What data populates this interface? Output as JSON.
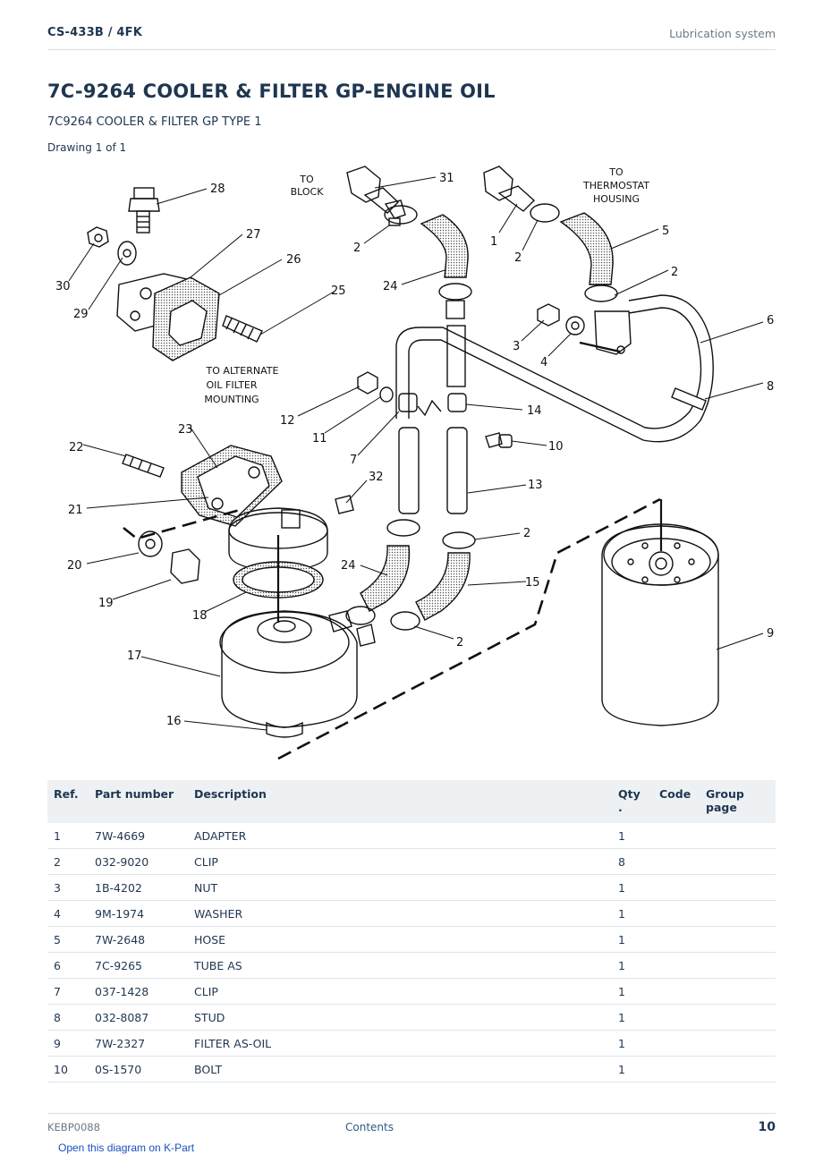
{
  "header": {
    "doc_code": "CS-433B  /  4FK",
    "section": "Lubrication system"
  },
  "page_title": "7C-9264 COOLER & FILTER GP-ENGINE OIL",
  "subtitle": "7C9264 COOLER & FILTER GP TYPE 1",
  "drawing_count": "Drawing 1 of 1",
  "diagram": {
    "captions": {
      "to_block_1": "TO",
      "to_block_2": "BLOCK",
      "to_thermo_1": "TO",
      "to_thermo_2": "THERMOSTAT",
      "to_thermo_3": "HOUSING",
      "to_alt_1": "TO ALTERNATE",
      "to_alt_2": "OIL FILTER",
      "to_alt_3": "MOUNTING"
    },
    "callouts": {
      "c28": "28",
      "c27": "27",
      "c26": "26",
      "c25": "25",
      "c30": "30",
      "c29": "29",
      "c31": "31",
      "c2a": "2",
      "c24a": "24",
      "c1": "1",
      "c2b": "2",
      "c5": "5",
      "c2c": "2",
      "c3": "3",
      "c4": "4",
      "c6": "6",
      "c8": "8",
      "c12": "12",
      "c11": "11",
      "c7": "7",
      "c14": "14",
      "c10": "10",
      "c23": "23",
      "c22": "22",
      "c32": "32",
      "c13": "13",
      "c21": "21",
      "c2d": "2",
      "c20": "20",
      "c24b": "24",
      "c15": "15",
      "c19": "19",
      "c18": "18",
      "c2e": "2",
      "c17": "17",
      "c16": "16",
      "c9": "9"
    }
  },
  "table": {
    "headers": {
      "ref": "Ref.",
      "part_number": "Part number",
      "description": "Description",
      "qty": "Qty .",
      "code": "Code",
      "group_page": "Group page"
    },
    "rows": [
      {
        "ref": "1",
        "part_number": "7W-4669",
        "description": "ADAPTER",
        "qty": "1",
        "code": "",
        "group_page": ""
      },
      {
        "ref": "2",
        "part_number": "032-9020",
        "description": "CLIP",
        "qty": "8",
        "code": "",
        "group_page": ""
      },
      {
        "ref": "3",
        "part_number": "1B-4202",
        "description": "NUT",
        "qty": "1",
        "code": "",
        "group_page": ""
      },
      {
        "ref": "4",
        "part_number": "9M-1974",
        "description": "WASHER",
        "qty": "1",
        "code": "",
        "group_page": ""
      },
      {
        "ref": "5",
        "part_number": "7W-2648",
        "description": "HOSE",
        "qty": "1",
        "code": "",
        "group_page": ""
      },
      {
        "ref": "6",
        "part_number": "7C-9265",
        "description": "TUBE AS",
        "qty": "1",
        "code": "",
        "group_page": ""
      },
      {
        "ref": "7",
        "part_number": "037-1428",
        "description": "CLIP",
        "qty": "1",
        "code": "",
        "group_page": ""
      },
      {
        "ref": "8",
        "part_number": "032-8087",
        "description": "STUD",
        "qty": "1",
        "code": "",
        "group_page": ""
      },
      {
        "ref": "9",
        "part_number": "7W-2327",
        "description": "FILTER AS-OIL",
        "qty": "1",
        "code": "",
        "group_page": ""
      },
      {
        "ref": "10",
        "part_number": "0S-1570",
        "description": "BOLT",
        "qty": "1",
        "code": "",
        "group_page": ""
      }
    ]
  },
  "footer": {
    "doc_id": "KEBP0088",
    "contents_link": "Contents",
    "page_number": "10",
    "open_link": "Open this diagram on K-Part"
  }
}
